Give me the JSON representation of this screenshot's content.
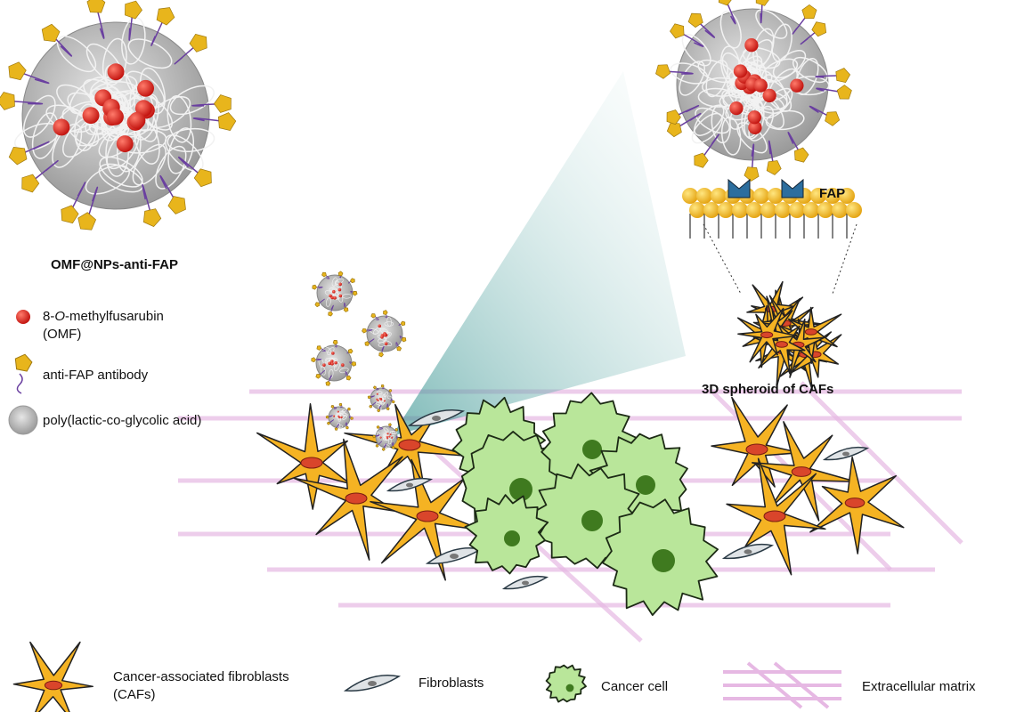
{
  "title": "OMF@NPs-anti-FAP",
  "legend_top": {
    "omf_prefix": "8-",
    "omf_italic": "O",
    "omf_suffix": "-methylfusarubin",
    "omf_abbrev": "(OMF)",
    "antibody": "anti-FAP antibody",
    "plga": "poly(lactic-co-glycolic acid)"
  },
  "fap_label": "FAP",
  "spheroid_label": "3D spheroid of CAFs",
  "legend_bottom": {
    "caf_line1": "Cancer-associated fibroblasts",
    "caf_line2": "(CAFs)",
    "fibroblasts": "Fibroblasts",
    "cancer_cell": "Cancer cell",
    "ecm": "Extracellular matrix"
  },
  "colors": {
    "caf": "#f5b323",
    "cancer": "#b9e69a",
    "fibroblast": "#dfe3e6",
    "ecm": "#e6b8e3",
    "drug": "#e3201b",
    "antibody": "#e8b51c",
    "polymer": "#bdbdbd",
    "cone": "#5aa9a8"
  }
}
